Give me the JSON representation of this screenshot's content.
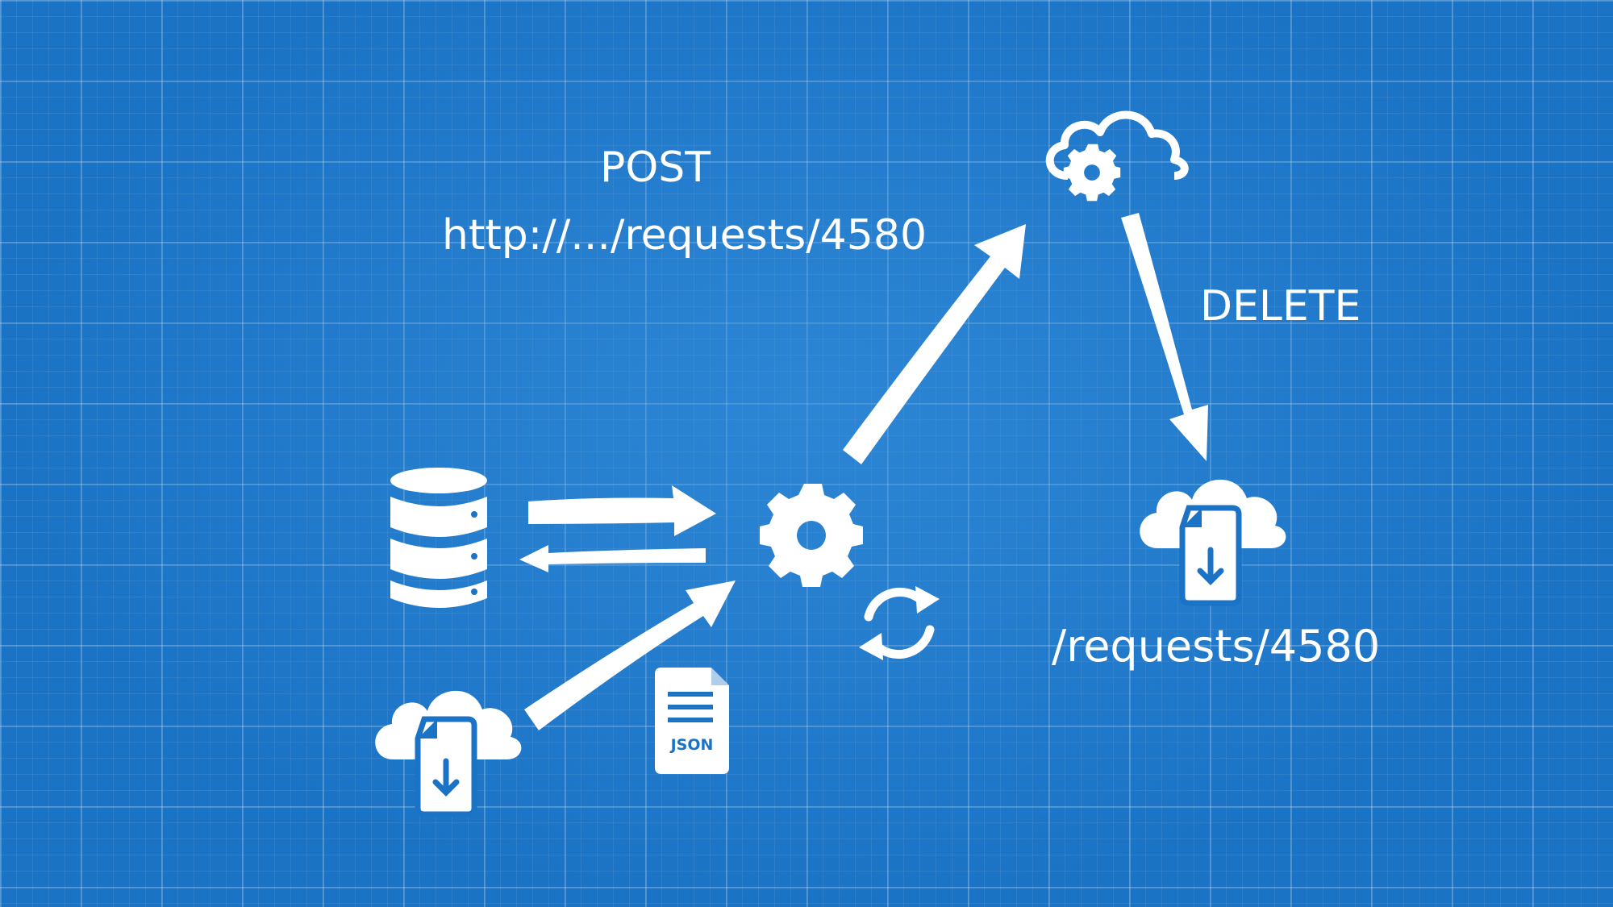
{
  "labels": {
    "post": "POST",
    "post_url": "http://.../requests/4580",
    "delete": "DELETE",
    "request_path": "/requests/4580",
    "json_doc": "JSON"
  },
  "icons": {
    "database": "database-icon",
    "gear": "gear-icon",
    "refresh": "refresh-icon",
    "cloud_gear": "cloud-gear-icon",
    "cloud_download_left": "cloud-download-icon",
    "cloud_download_right": "cloud-download-icon",
    "json_file": "json-file-icon"
  },
  "colors": {
    "background": "#1b73c6",
    "foreground": "#ffffff"
  }
}
